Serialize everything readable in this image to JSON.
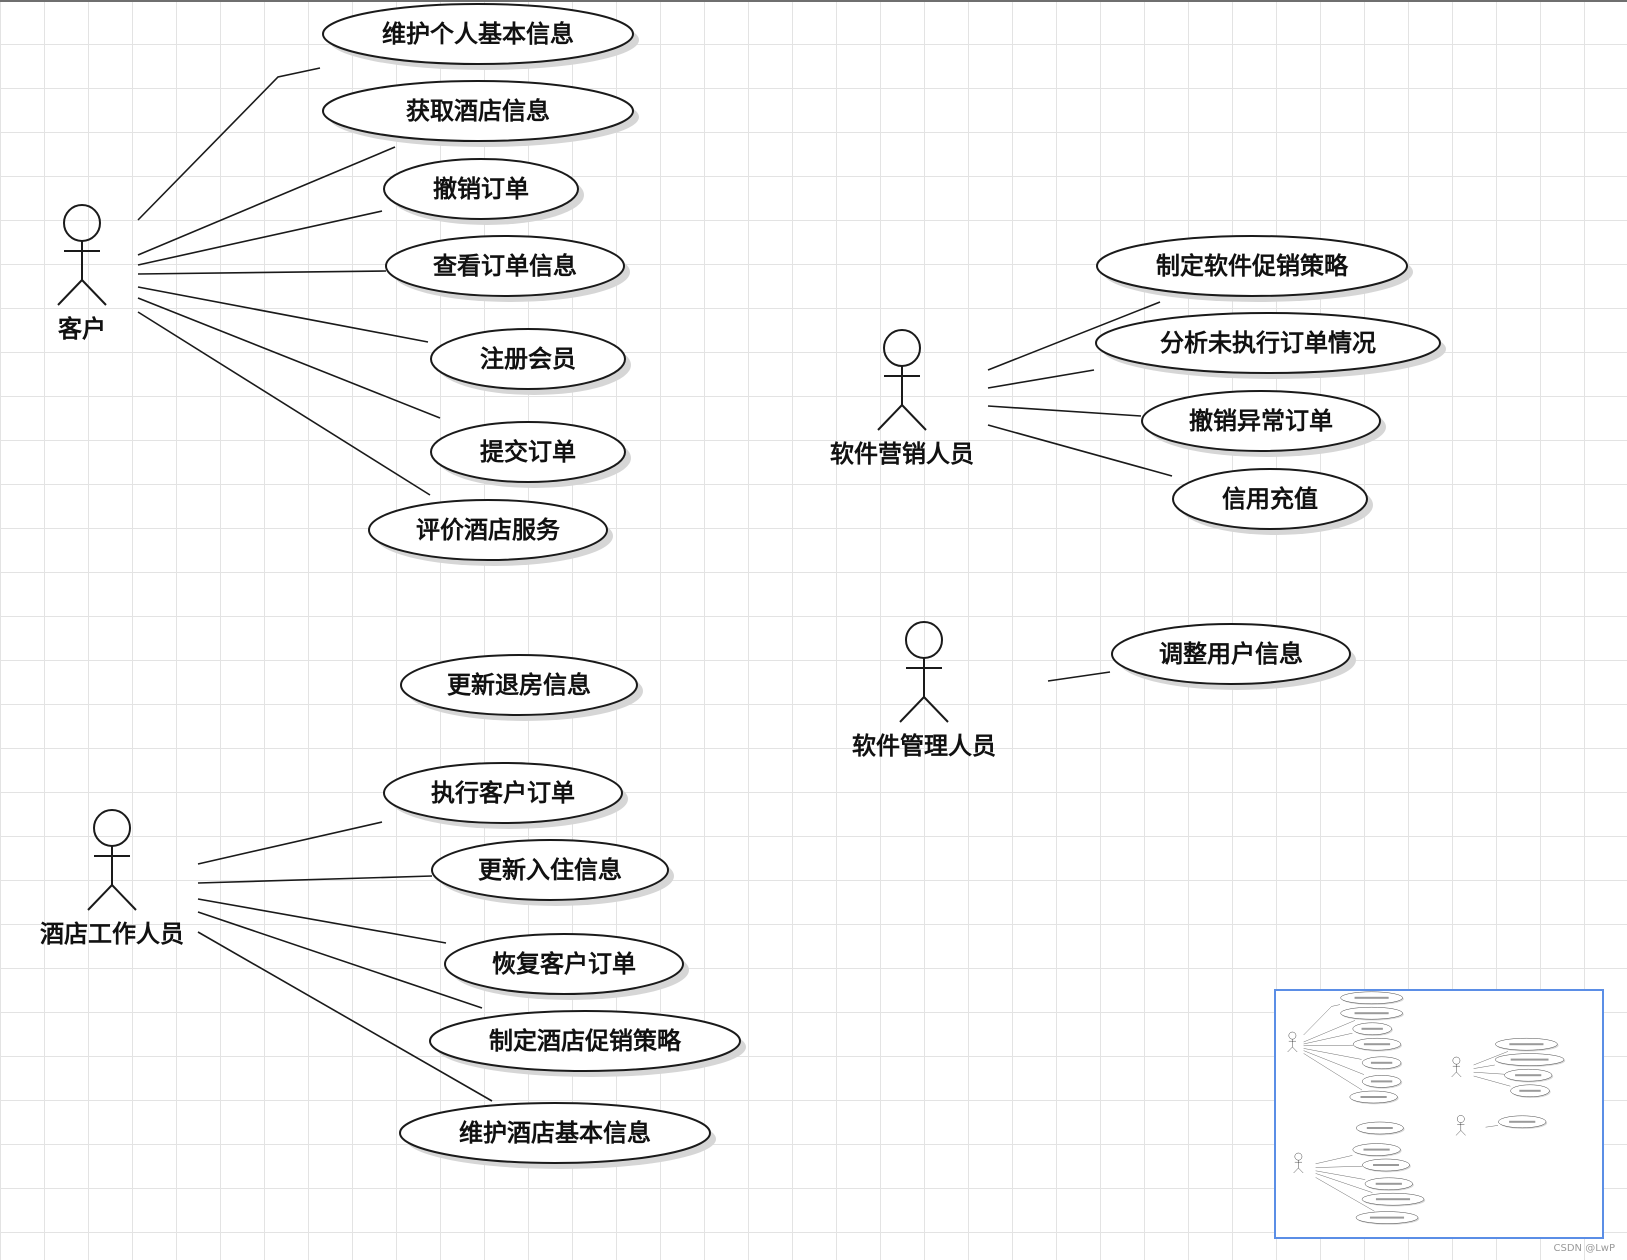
{
  "actors": [
    {
      "id": "customer",
      "name": "客户"
    },
    {
      "id": "marketing",
      "name": "软件营销人员"
    },
    {
      "id": "manager",
      "name": "软件管理人员"
    },
    {
      "id": "hotel_staff",
      "name": "酒店工作人员"
    }
  ],
  "use_cases": [
    {
      "id": "uc1",
      "label": "维护个人基本信息",
      "actor": "customer"
    },
    {
      "id": "uc2",
      "label": "获取酒店信息",
      "actor": "customer"
    },
    {
      "id": "uc3",
      "label": "撤销订单",
      "actor": "customer"
    },
    {
      "id": "uc4",
      "label": "查看订单信息",
      "actor": "customer"
    },
    {
      "id": "uc5",
      "label": "注册会员",
      "actor": "customer"
    },
    {
      "id": "uc6",
      "label": "提交订单",
      "actor": "customer"
    },
    {
      "id": "uc7",
      "label": "评价酒店服务",
      "actor": "customer"
    },
    {
      "id": "uc8",
      "label": "制定软件促销策略",
      "actor": "marketing"
    },
    {
      "id": "uc9",
      "label": "分析未执行订单情况",
      "actor": "marketing"
    },
    {
      "id": "uc10",
      "label": "撤销异常订单",
      "actor": "marketing"
    },
    {
      "id": "uc11",
      "label": "信用充值",
      "actor": "marketing"
    },
    {
      "id": "uc12",
      "label": "调整用户信息",
      "actor": "manager"
    },
    {
      "id": "uc13",
      "label": "更新退房信息",
      "actor": null
    },
    {
      "id": "uc14",
      "label": "执行客户订单",
      "actor": "hotel_staff"
    },
    {
      "id": "uc15",
      "label": "更新入住信息",
      "actor": "hotel_staff"
    },
    {
      "id": "uc16",
      "label": "恢复客户订单",
      "actor": "hotel_staff"
    },
    {
      "id": "uc17",
      "label": "制定酒店促销策略",
      "actor": "hotel_staff"
    },
    {
      "id": "uc18",
      "label": "维护酒店基本信息",
      "actor": "hotel_staff"
    }
  ],
  "watermark": "CSDN @LwP"
}
